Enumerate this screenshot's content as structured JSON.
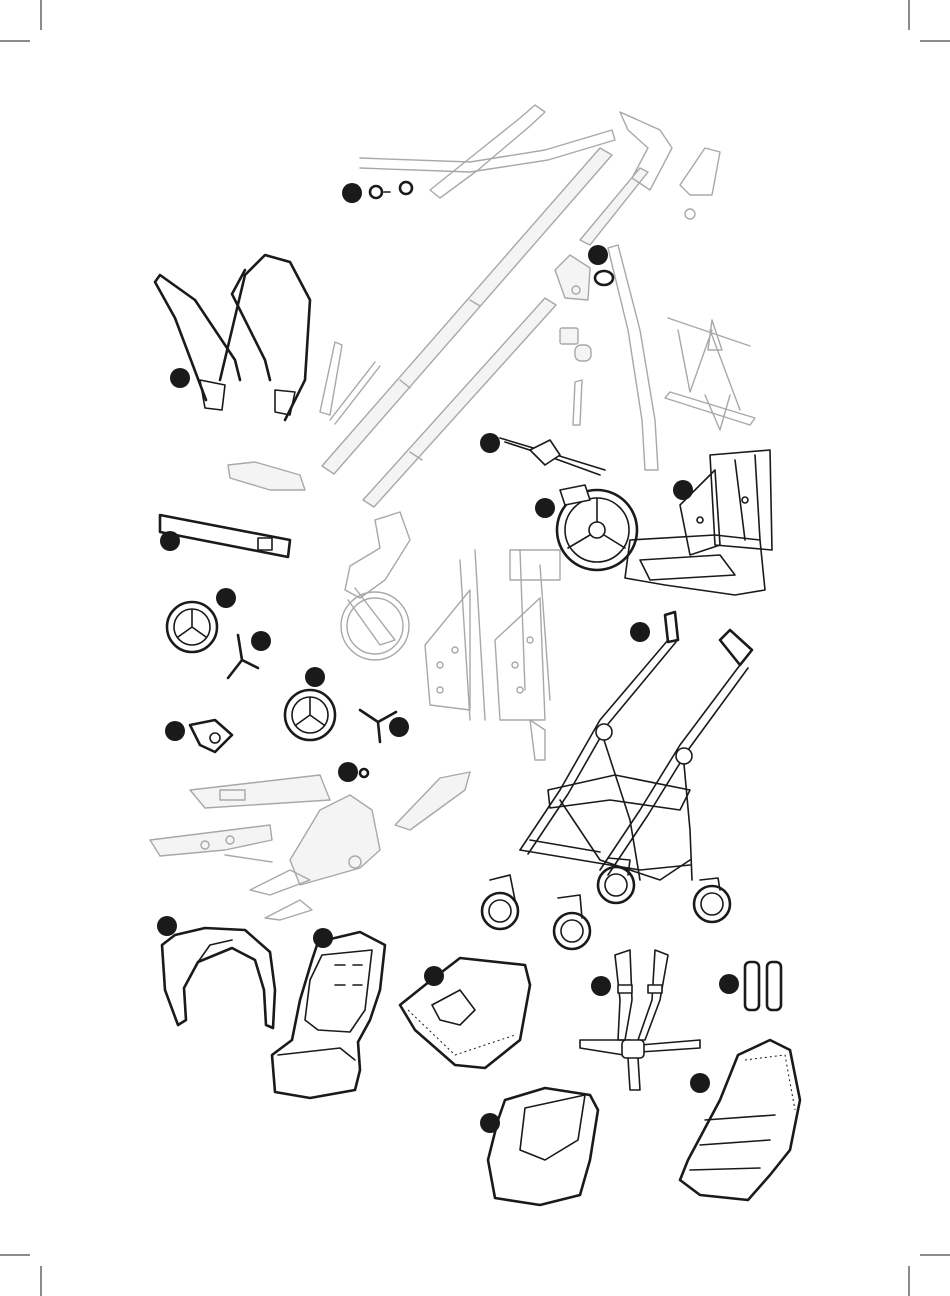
{
  "diagram": {
    "kind": "exploded parts view",
    "subject": "stroller",
    "part_marker_color": "#1a1a1a",
    "line_color": "#1a1a1a",
    "ghost_line_color": "#a8a8a8",
    "markers": [
      {
        "name": "marker-screw-knobs"
      },
      {
        "name": "marker-elastic-ring"
      },
      {
        "name": "marker-bumper-bar"
      },
      {
        "name": "marker-brake-rod"
      },
      {
        "name": "marker-rear-wheel"
      },
      {
        "name": "marker-seat-assembly"
      },
      {
        "name": "marker-footrest-tube"
      },
      {
        "name": "marker-wheel-hubcap-a"
      },
      {
        "name": "marker-hub-star-a"
      },
      {
        "name": "marker-wheel-hubcap-b"
      },
      {
        "name": "marker-hub-star-b"
      },
      {
        "name": "marker-hinge-clip"
      },
      {
        "name": "marker-small-cap"
      },
      {
        "name": "marker-complete-stroller"
      },
      {
        "name": "marker-canopy"
      },
      {
        "name": "marker-seat-liner"
      },
      {
        "name": "marker-seat-pad"
      },
      {
        "name": "marker-harness"
      },
      {
        "name": "marker-shoulder-pads"
      },
      {
        "name": "marker-footmuff"
      },
      {
        "name": "marker-rain-cover"
      }
    ]
  }
}
